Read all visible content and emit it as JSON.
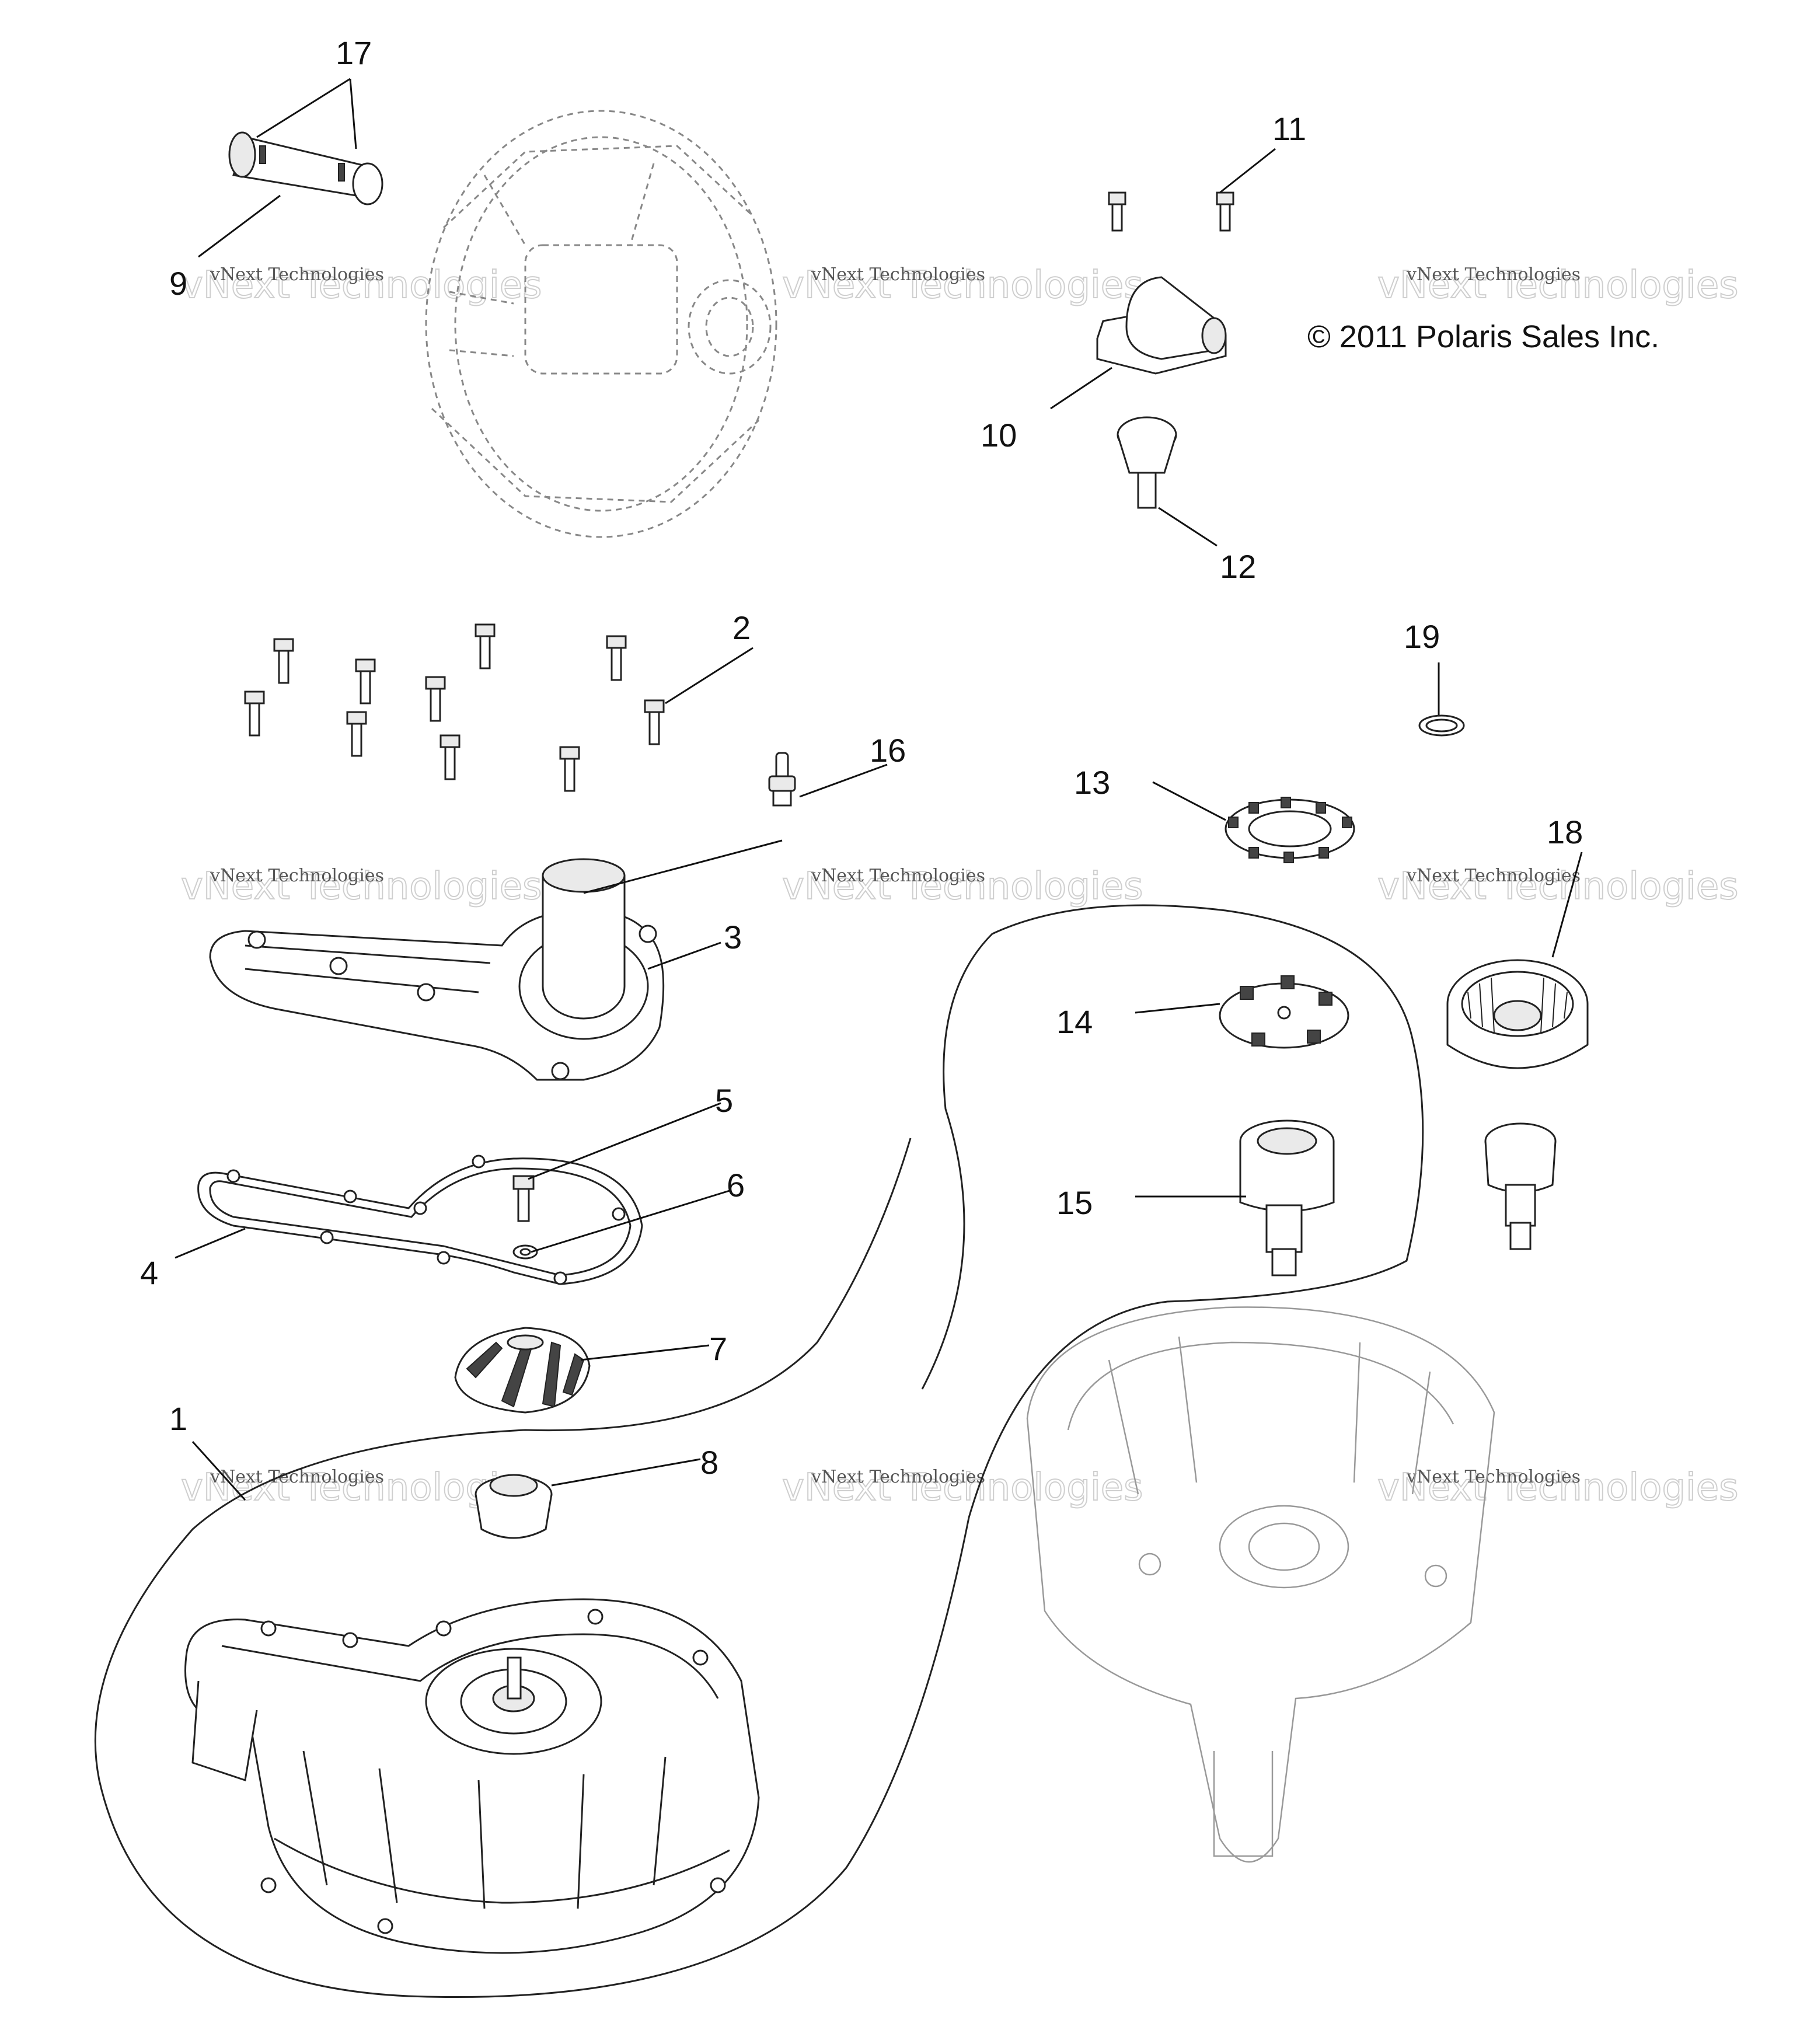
{
  "copyright": "© 2011 Polaris Sales Inc.",
  "watermark": {
    "small": "vNext Technologies",
    "large": "vNext Technologies"
  },
  "callouts": [
    "1",
    "2",
    "3",
    "4",
    "5",
    "6",
    "7",
    "8",
    "9",
    "10",
    "11",
    "12",
    "13",
    "14",
    "15",
    "16",
    "17",
    "18",
    "19"
  ]
}
